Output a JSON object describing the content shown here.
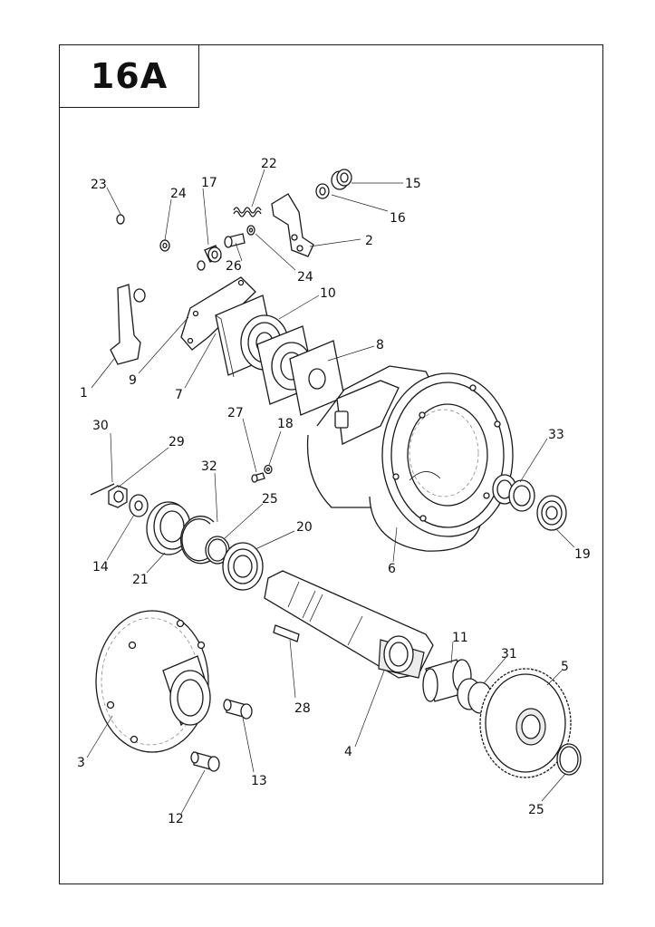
{
  "sheet": {
    "title": "16A",
    "callouts": [
      {
        "id": "c23",
        "text": "23"
      },
      {
        "id": "c24a",
        "text": "24"
      },
      {
        "id": "c17",
        "text": "17"
      },
      {
        "id": "c22",
        "text": "22"
      },
      {
        "id": "c15",
        "text": "15"
      },
      {
        "id": "c16",
        "text": "16"
      },
      {
        "id": "c2",
        "text": "2"
      },
      {
        "id": "c26",
        "text": "26"
      },
      {
        "id": "c24b",
        "text": "24"
      },
      {
        "id": "c10",
        "text": "10"
      },
      {
        "id": "c8",
        "text": "8"
      },
      {
        "id": "c1",
        "text": "1"
      },
      {
        "id": "c9",
        "text": "9"
      },
      {
        "id": "c7",
        "text": "7"
      },
      {
        "id": "c30",
        "text": "30"
      },
      {
        "id": "c29",
        "text": "29"
      },
      {
        "id": "c27",
        "text": "27"
      },
      {
        "id": "c18",
        "text": "18"
      },
      {
        "id": "c32",
        "text": "32"
      },
      {
        "id": "c25a",
        "text": "25"
      },
      {
        "id": "c20",
        "text": "20"
      },
      {
        "id": "c33",
        "text": "33"
      },
      {
        "id": "c14",
        "text": "14"
      },
      {
        "id": "c21",
        "text": "21"
      },
      {
        "id": "c6",
        "text": "6"
      },
      {
        "id": "c19",
        "text": "19"
      },
      {
        "id": "c11",
        "text": "11"
      },
      {
        "id": "c31",
        "text": "31"
      },
      {
        "id": "c5",
        "text": "5"
      },
      {
        "id": "c28",
        "text": "28"
      },
      {
        "id": "c3",
        "text": "3"
      },
      {
        "id": "c4",
        "text": "4"
      },
      {
        "id": "c13",
        "text": "13"
      },
      {
        "id": "c12",
        "text": "12"
      },
      {
        "id": "c25b",
        "text": "25"
      }
    ]
  }
}
